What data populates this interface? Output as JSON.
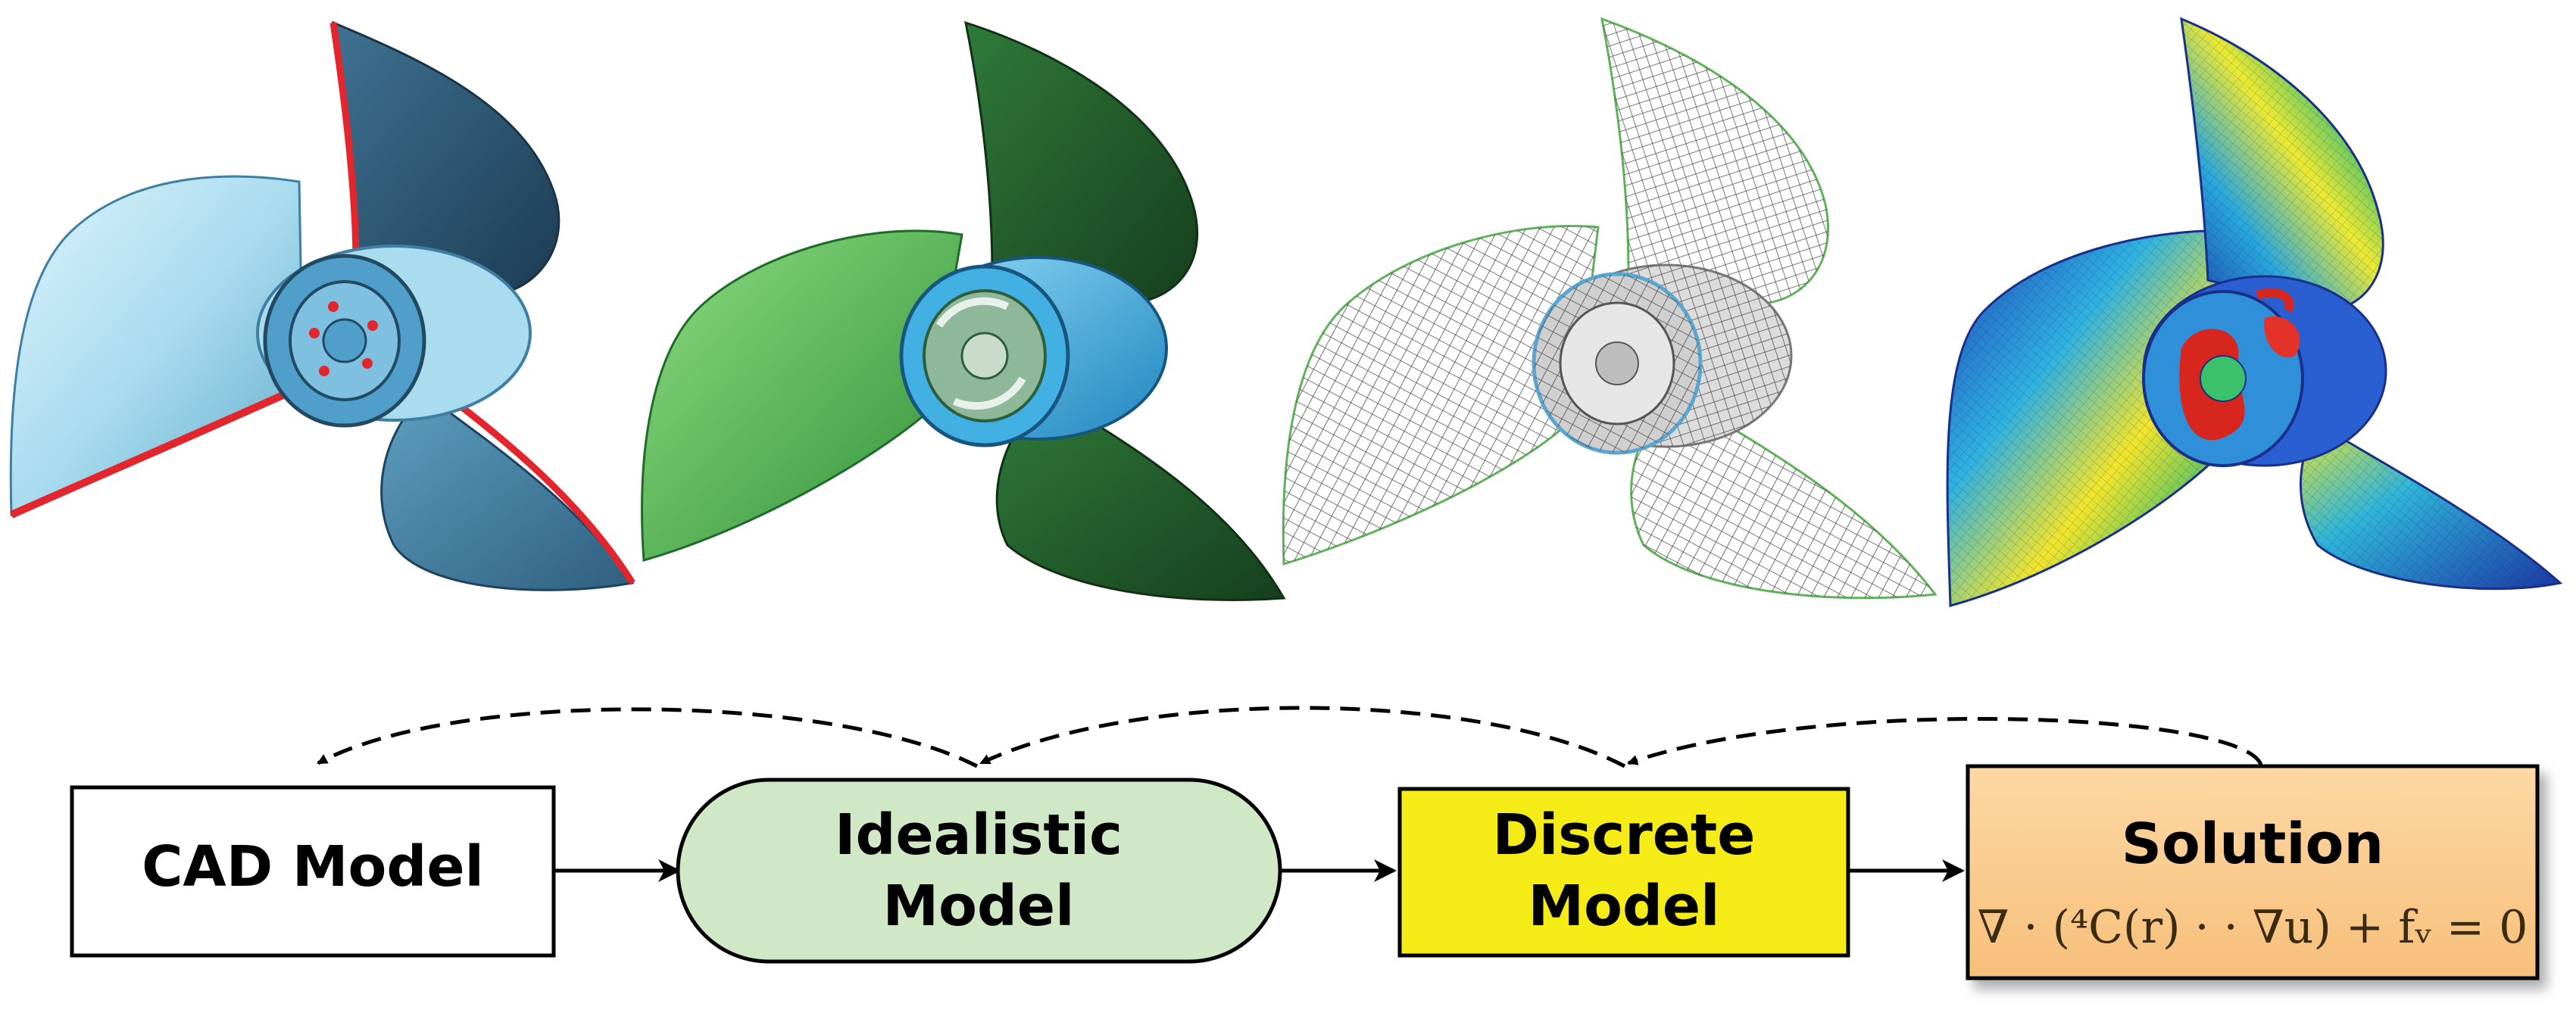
{
  "diagram": {
    "stages": [
      {
        "id": "cad",
        "lines": [
          "CAD Model"
        ],
        "fill": "#ffffff"
      },
      {
        "id": "idealistic",
        "lines": [
          "Idealistic",
          "Model"
        ],
        "fill": "#d0e8c6"
      },
      {
        "id": "discrete",
        "lines": [
          "Discrete",
          "Model"
        ],
        "fill": "#f5ec17"
      },
      {
        "id": "solution",
        "lines": [
          "Solution"
        ],
        "fill": "#fbcf94"
      }
    ],
    "equation": "∇ · (⁴C(r) · · ∇u) + fᵥ = 0",
    "colors": {
      "stroke": "#000000",
      "cad_blue_light": "#a9dcef",
      "cad_blue_dark": "#234a63",
      "cad_edge": "#e3262d",
      "ideal_green_light": "#5cc35a",
      "ideal_green_dark": "#1f5a2a",
      "hub_blue": "#43b0e3",
      "mesh_line": "#555555",
      "mesh_border": "#5fb35a"
    },
    "images": [
      {
        "id": "cad-propeller",
        "style": "cad"
      },
      {
        "id": "idealistic-propeller",
        "style": "ideal"
      },
      {
        "id": "discrete-propeller",
        "style": "mesh"
      },
      {
        "id": "solution-propeller",
        "style": "contour"
      }
    ]
  }
}
